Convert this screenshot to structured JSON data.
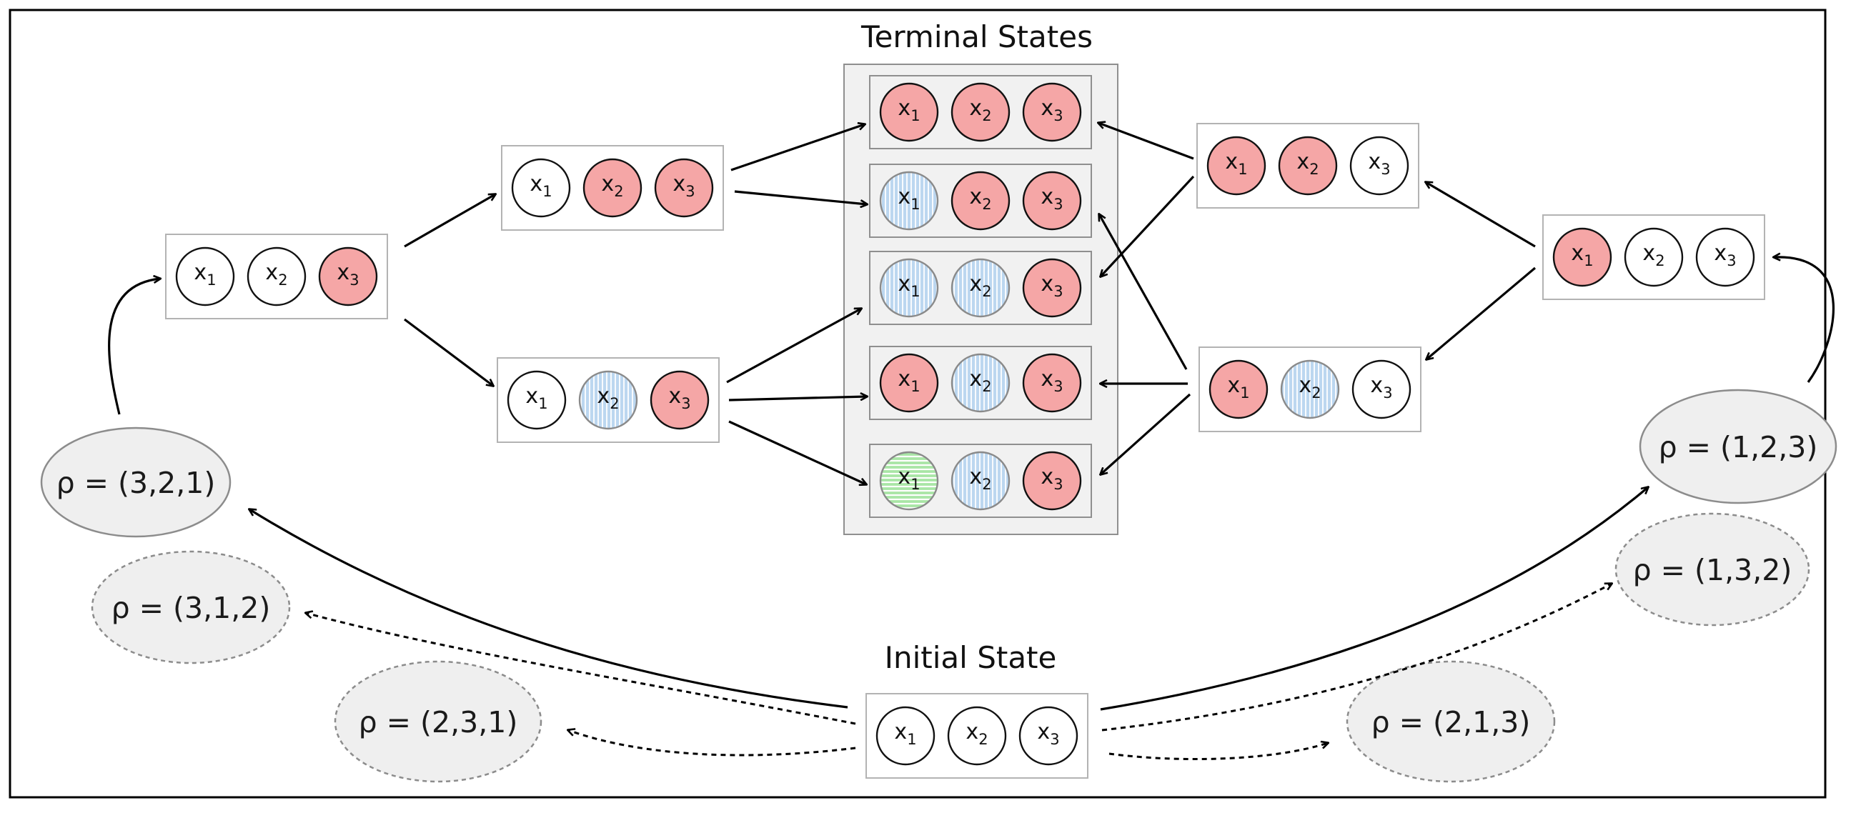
{
  "titles": {
    "terminal": "Terminal States",
    "initial": "Initial State"
  },
  "variable": {
    "base": "x",
    "subscripts": [
      "1",
      "2",
      "3"
    ]
  },
  "colors": {
    "red": "#f5a6a6",
    "blue": "#bcd7f0",
    "blue_stripe": "#ffffff",
    "green": "#a9e6a6",
    "green_stripe": "#ffffff",
    "empty": "#ffffff"
  },
  "states": {
    "initial": [
      "empty",
      "empty",
      "empty"
    ],
    "left_1": [
      "empty",
      "empty",
      "red"
    ],
    "left_2a": [
      "empty",
      "red",
      "red"
    ],
    "left_2b": [
      "empty",
      "blue",
      "red"
    ],
    "right_1": [
      "red",
      "empty",
      "empty"
    ],
    "right_2a": [
      "red",
      "red",
      "empty"
    ],
    "right_2b": [
      "red",
      "blue",
      "empty"
    ],
    "terminal_1": [
      "red",
      "red",
      "red"
    ],
    "terminal_2": [
      "blue",
      "red",
      "red"
    ],
    "terminal_3": [
      "blue",
      "blue",
      "red"
    ],
    "terminal_4": [
      "red",
      "blue",
      "red"
    ],
    "terminal_5": [
      "green",
      "blue",
      "red"
    ]
  },
  "orderings": {
    "rho_321": "ρ = (3,2,1)",
    "rho_312": "ρ = (3,1,2)",
    "rho_231": "ρ = (2,3,1)",
    "rho_123": "ρ = (1,2,3)",
    "rho_132": "ρ = (1,3,2)",
    "rho_213": "ρ = (2,1,3)"
  }
}
